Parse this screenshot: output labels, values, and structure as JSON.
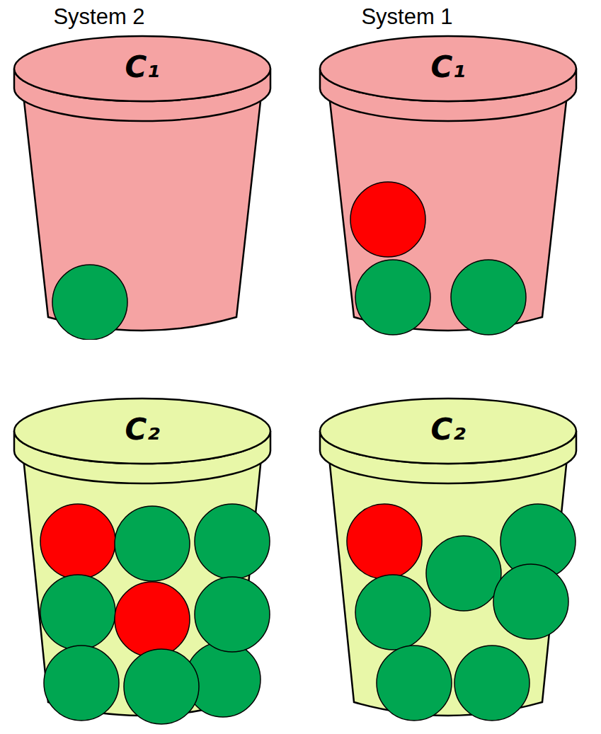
{
  "diagram": {
    "nodes": [
      {
        "text": [
          "C₁"
        ]
      },
      {
        "text": [
          "C₁"
        ]
      },
      {
        "text": [
          "C₂"
        ]
      },
      {
        "text": [
          "C₂"
        ]
      }
    ],
    "labels": [
      "System 2",
      "System 1"
    ]
  }
}
